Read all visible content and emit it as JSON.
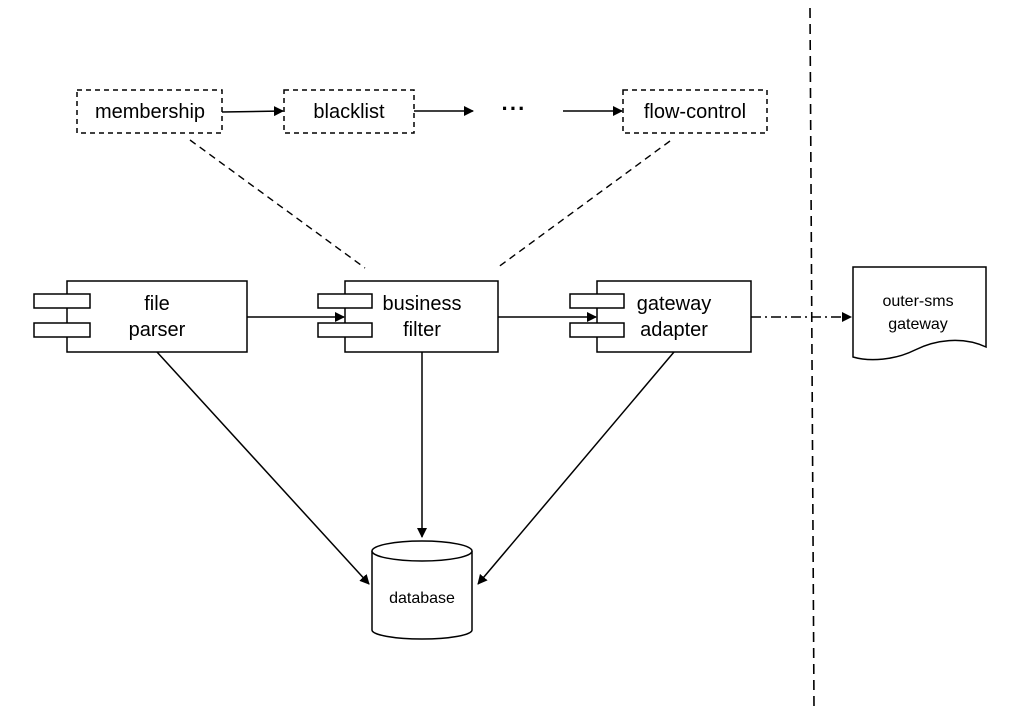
{
  "pipeline_filters": {
    "membership": "membership",
    "blacklist": "blacklist",
    "ellipsis": "···",
    "flow_control": "flow-control"
  },
  "components": {
    "file_parser": {
      "line1": "file",
      "line2": "parser"
    },
    "business_filter": {
      "line1": "business",
      "line2": "filter"
    },
    "gateway_adapter": {
      "line1": "gateway",
      "line2": "adapter"
    }
  },
  "external": {
    "outer_sms_gateway": {
      "line1": "outer-sms",
      "line2": "gateway"
    }
  },
  "storage": {
    "database": "database"
  },
  "colors": {
    "stroke": "#000000",
    "fill": "#ffffff"
  }
}
